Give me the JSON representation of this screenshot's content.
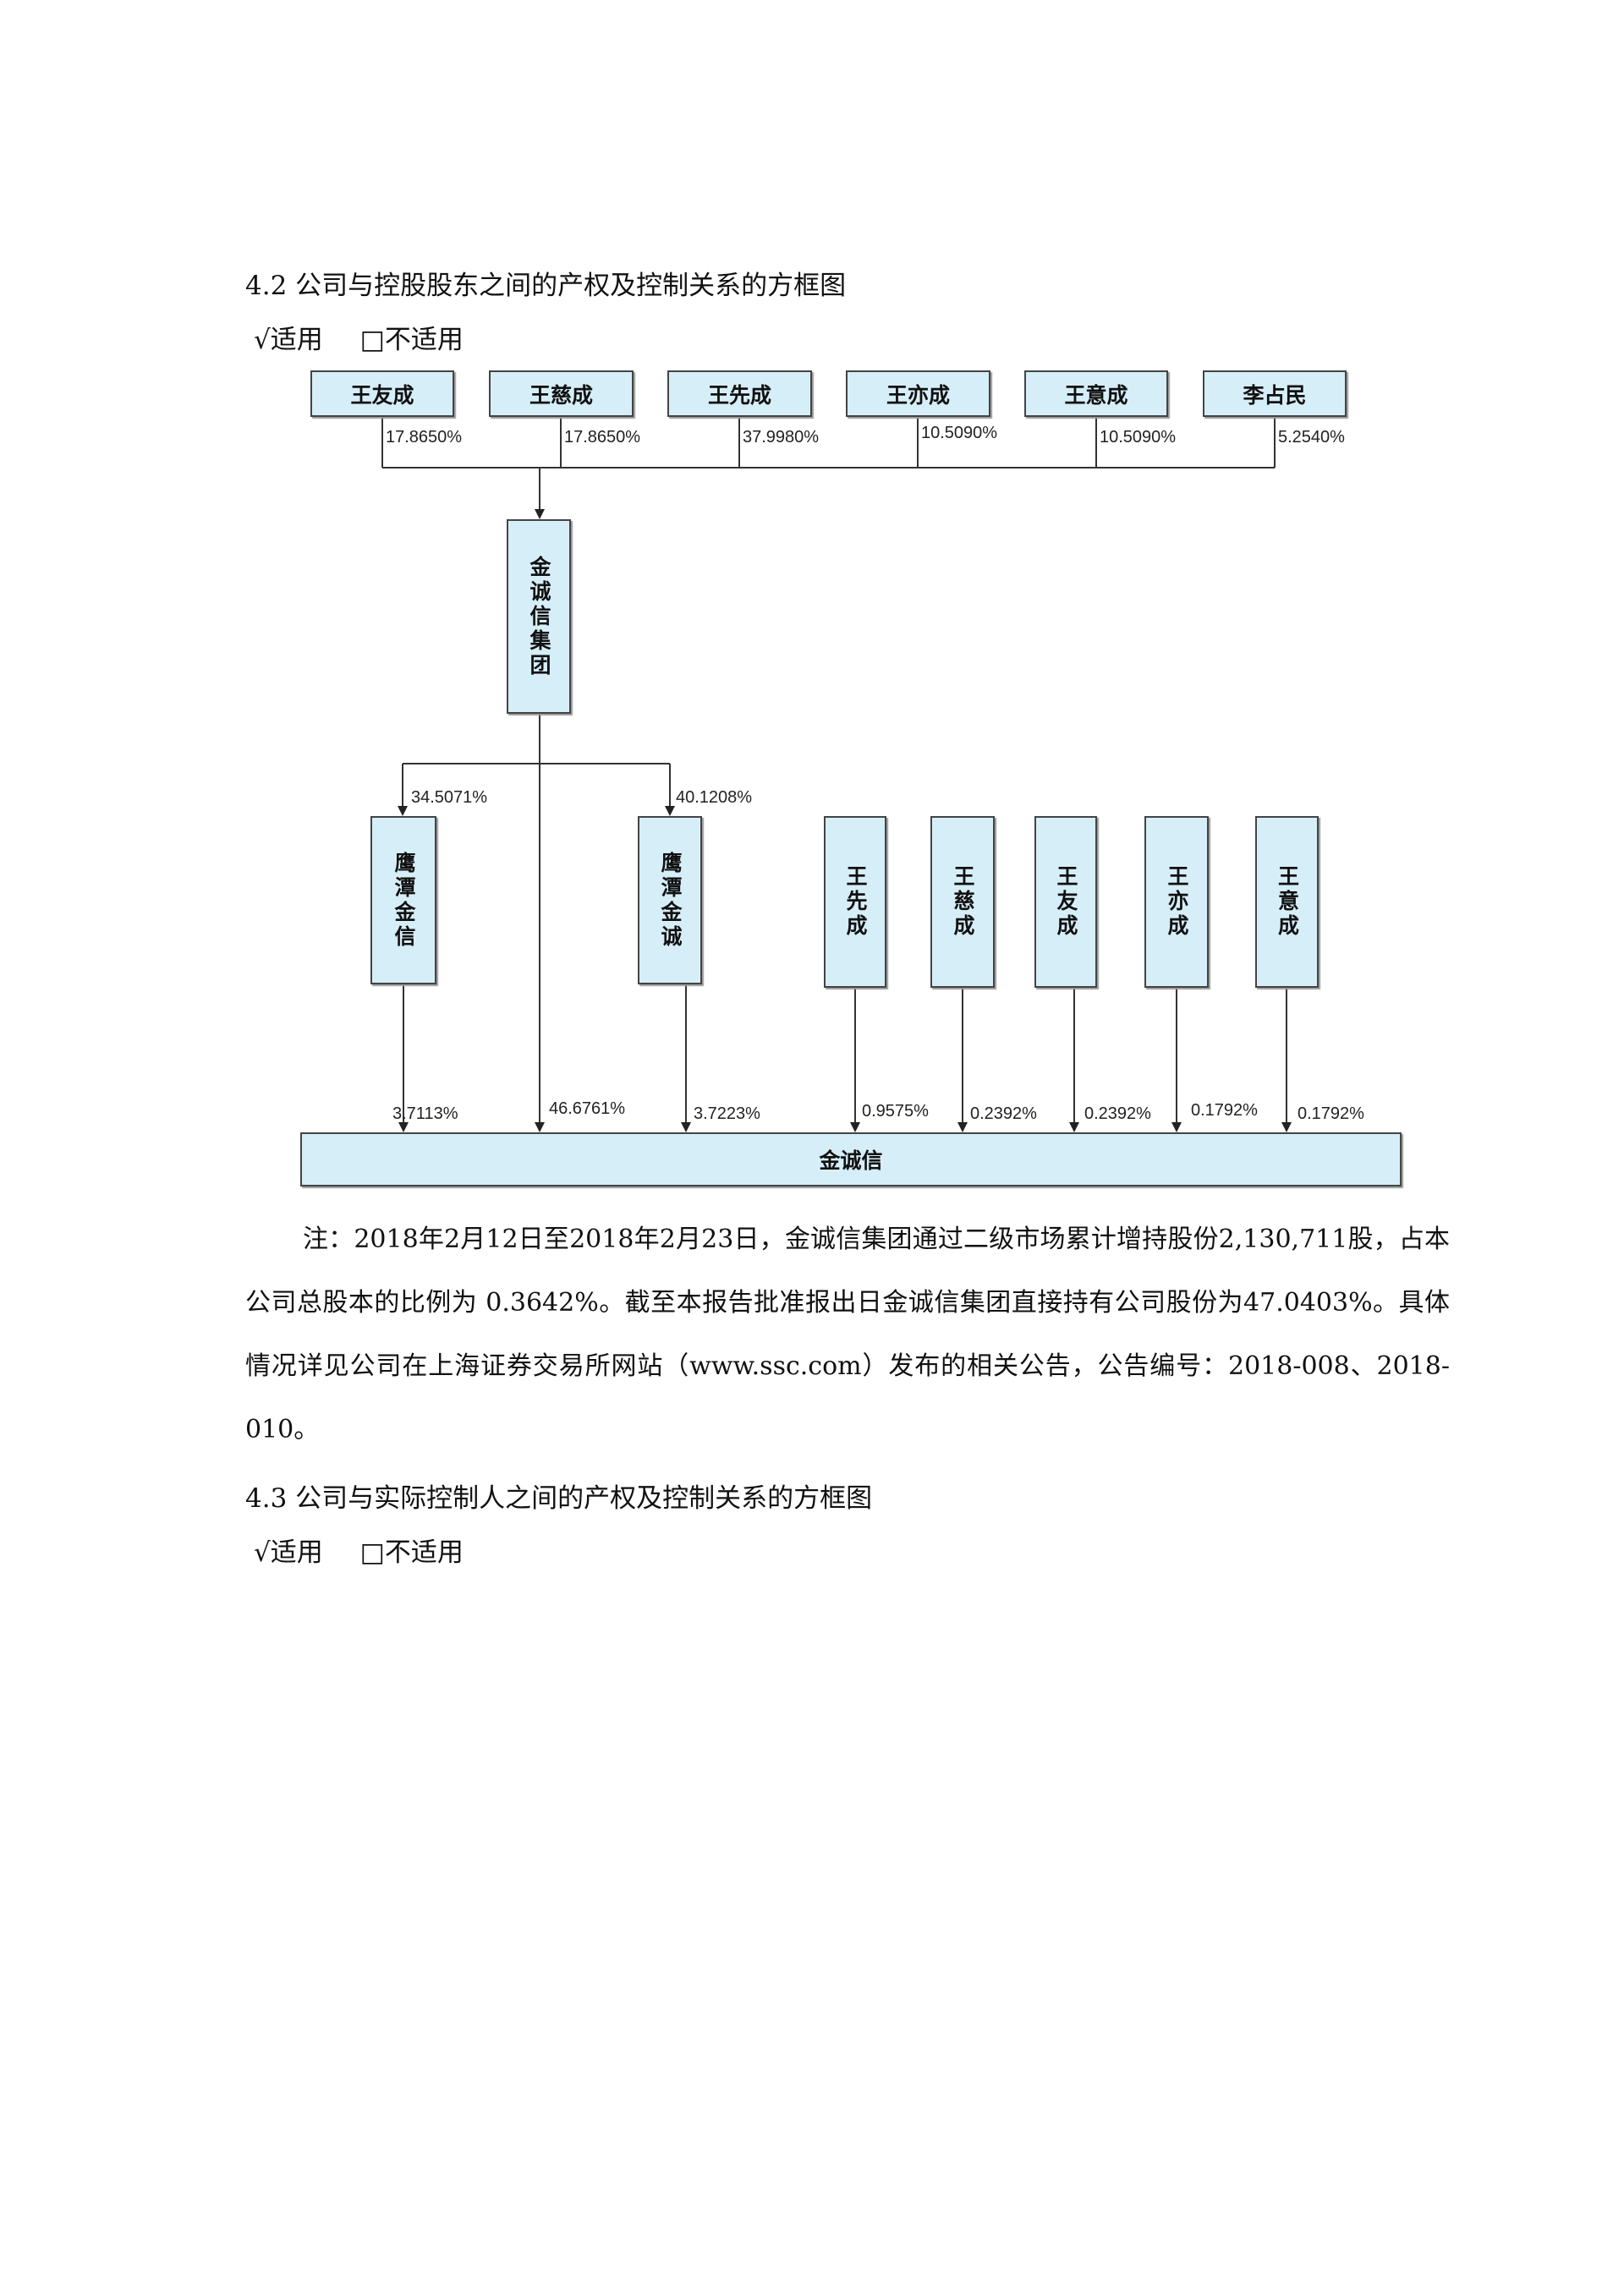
{
  "section_42": {
    "title": "4.2 公司与控股股东之间的产权及控制关系的方框图",
    "applicable": "√适用",
    "not_applicable": "□不适用"
  },
  "diagram": {
    "shareholders": [
      {
        "name": "王友成",
        "pct": "17.8650%"
      },
      {
        "name": "王慈成",
        "pct": "17.8650%"
      },
      {
        "name": "王先成",
        "pct": "37.9980%"
      },
      {
        "name": "王亦成",
        "pct": "10.5090%"
      },
      {
        "name": "王意成",
        "pct": "10.5090%"
      },
      {
        "name": "李占民",
        "pct": "5.2540%"
      }
    ],
    "group": {
      "name": "金诚信集团",
      "direct_pct": "46.6761%"
    },
    "subsidiaries": [
      {
        "name": "鹰潭金信",
        "group_pct": "34.5071%",
        "pct": "3.7113%"
      },
      {
        "name": "鹰潭金诚",
        "group_pct": "40.1208%",
        "pct": "3.7223%"
      }
    ],
    "individuals": [
      {
        "name": "王先成",
        "pct": "0.9575%"
      },
      {
        "name": "王慈成",
        "pct": "0.2392%"
      },
      {
        "name": "王友成",
        "pct": "0.2392%"
      },
      {
        "name": "王亦成",
        "pct": "0.1792%"
      },
      {
        "name": "王意成",
        "pct": "0.1792%"
      }
    ],
    "company": "金诚信"
  },
  "note": "注：2018年2月12日至2018年2月23日，金诚信集团通过二级市场累计增持股份2,130,711股，占本公司总股本的比例为 0.3642%。截至本报告批准报出日金诚信集团直接持有公司股份为47.0403%。具体情况详见公司在上海证券交易所网站（www.ssc.com）发布的相关公告，公告编号：2018-008、2018-010。",
  "section_43": {
    "title": "4.3 公司与实际控制人之间的产权及控制关系的方框图",
    "applicable": "√适用",
    "not_applicable": "□不适用"
  }
}
